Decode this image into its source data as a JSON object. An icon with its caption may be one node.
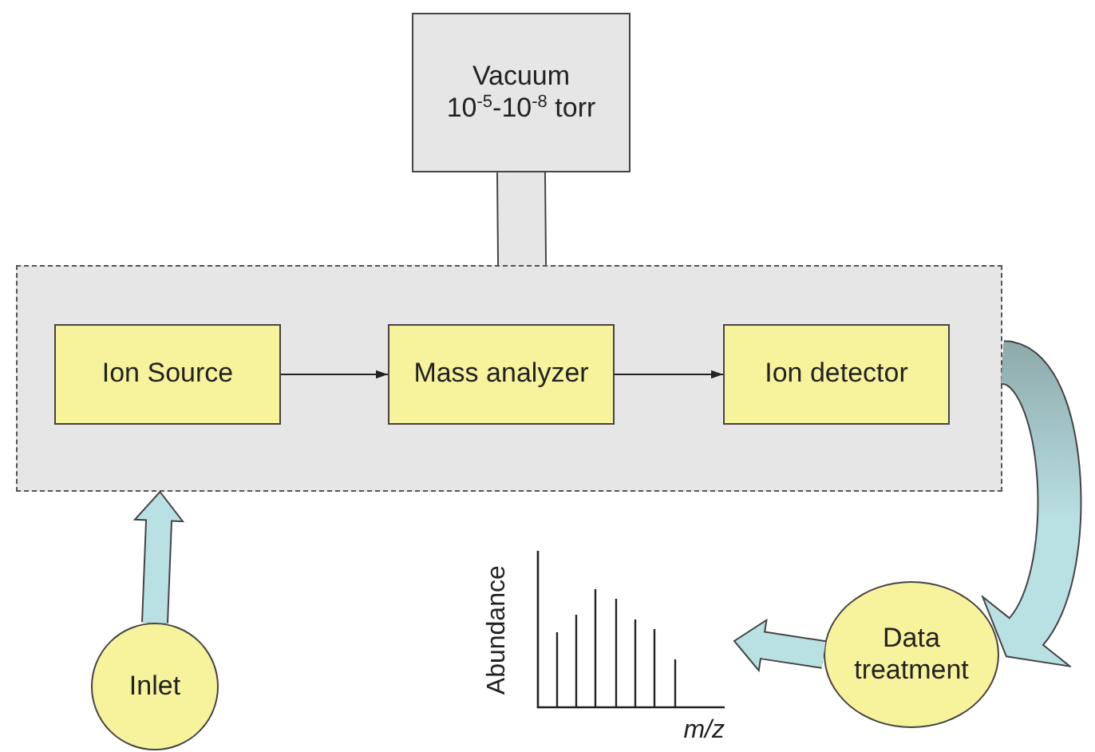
{
  "diagram": {
    "nodes": [
      {
        "text": [
          "Vacuum 10$^{-5}$-10$^{-8}$ torr"
        ]
      },
      {
        "text": [],
        "shape": "box"
      },
      {
        "text": [
          "Ion Source"
        ],
        "in": 1
      },
      {
        "text": [
          "Mass analyzer"
        ],
        "in": 1
      },
      {
        "text": [
          "Ion detector"
        ],
        "in": 1
      },
      {
        "text": [
          "Inlet"
        ]
      },
      {
        "text": [
          "Data treatment"
        ]
      },
      {
        "text": [
          "Abundance",
          "m/z"
        ]
      }
    ],
    "edges": [
      {
        "from": 0,
        "to": 1,
        "arrow": "none",
        "style": "thick",
        "color": "#e6e6e6"
      },
      {
        "from": 2,
        "to": 3,
        "arrow": "to"
      },
      {
        "from": 3,
        "to": 4,
        "arrow": "to"
      },
      {
        "from": 5,
        "to": 1,
        "arrow": "to",
        "style": "thick",
        "color": "#b9e0e3"
      },
      {
        "from": 1,
        "to": 6,
        "arrow": "to",
        "style": "thick",
        "color": "#b9e0e3"
      },
      {
        "from": 6,
        "to": 7,
        "arrow": "to",
        "style": "thick",
        "color": "#b9e0e3"
      }
    ]
  }
}
